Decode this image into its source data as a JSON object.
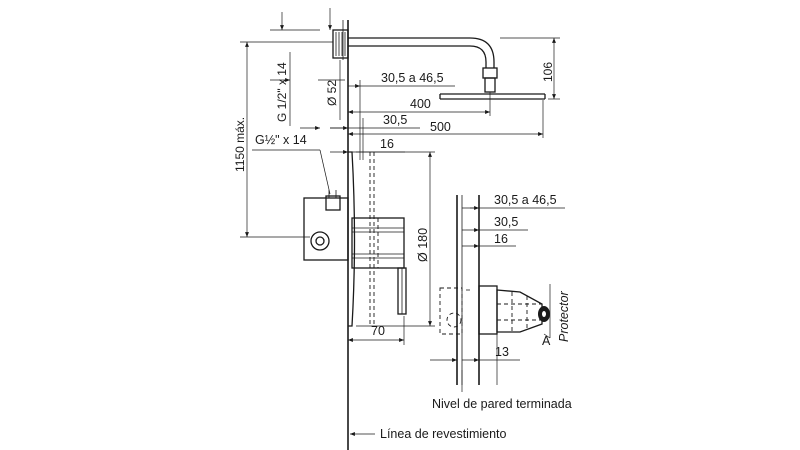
{
  "dimensions": {
    "total_height": "1150 máx.",
    "thread_top": "G 1/2\" x 14",
    "diameter_flange": "Ø 52",
    "thread_bottom": "G½\" x 14",
    "range_main": "30,5 a 46,5",
    "arm_length": "400",
    "wall_offset": "30,5",
    "head_reach": "500",
    "plate_offset": "16",
    "head_height": "106",
    "plate_diameter": "Ø 180",
    "body_depth": "70",
    "range_detail": "30,5 a 46,5",
    "wall_offset_detail": "30,5",
    "plate_offset_detail": "16",
    "cap_offset": "13"
  },
  "labels": {
    "protector": "Protector",
    "marker": "A",
    "finished_wall": "Nivel de pared terminada",
    "cladding_line": "Línea de revestimiento"
  }
}
